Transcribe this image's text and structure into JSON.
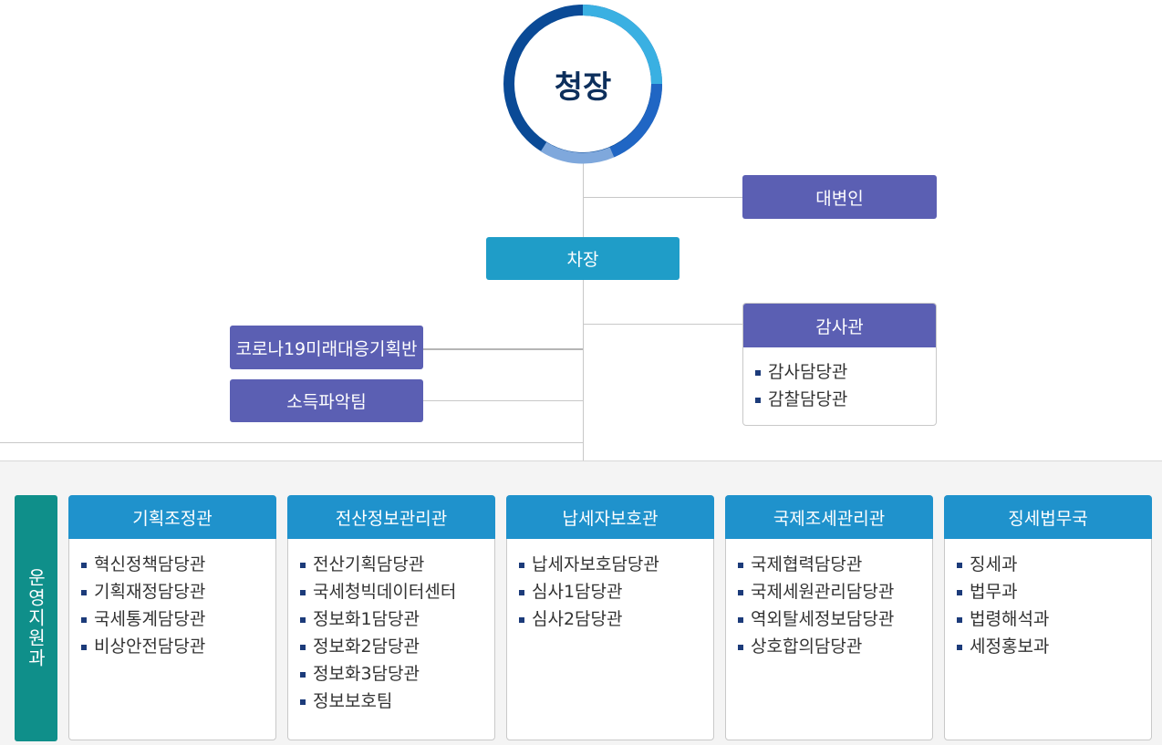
{
  "head": {
    "label": "청장"
  },
  "spokesperson": {
    "label": "대변인"
  },
  "vice": {
    "label": "차장"
  },
  "audit": {
    "label": "감사관",
    "items": [
      "감사담당관",
      "감찰담당관"
    ]
  },
  "covid_team": {
    "label": "코로나19미래대응기획반"
  },
  "income_team": {
    "label": "소득파악팀"
  },
  "support_unit": {
    "label": "운영지원과"
  },
  "departments": [
    {
      "label": "기획조정관",
      "items": [
        "혁신정책담당관",
        "기획재정담당관",
        "국세통계담당관",
        "비상안전담당관"
      ]
    },
    {
      "label": "전산정보관리관",
      "items": [
        "전산기획담당관",
        "국세청빅데이터센터",
        "정보화1담당관",
        "정보화2담당관",
        "정보화3담당관",
        "정보보호팀"
      ]
    },
    {
      "label": "납세자보호관",
      "items": [
        "납세자보호담당관",
        "심사1담당관",
        "심사2담당관"
      ]
    },
    {
      "label": "국제조세관리관",
      "items": [
        "국제협력담당관",
        "국제세원관리담당관",
        "역외탈세정보담당관",
        "상호합의담당관"
      ]
    },
    {
      "label": "징세법무국",
      "items": [
        "징세과",
        "법무과",
        "법령해석과",
        "세정홍보과"
      ]
    }
  ],
  "colors": {
    "purple": "#5b5fb3",
    "teal": "#1f9dc8",
    "dept_header": "#1f92cc",
    "support": "#0f8f8a",
    "ring_dark": "#0a4a96",
    "ring_light": "#3ab0e2"
  }
}
